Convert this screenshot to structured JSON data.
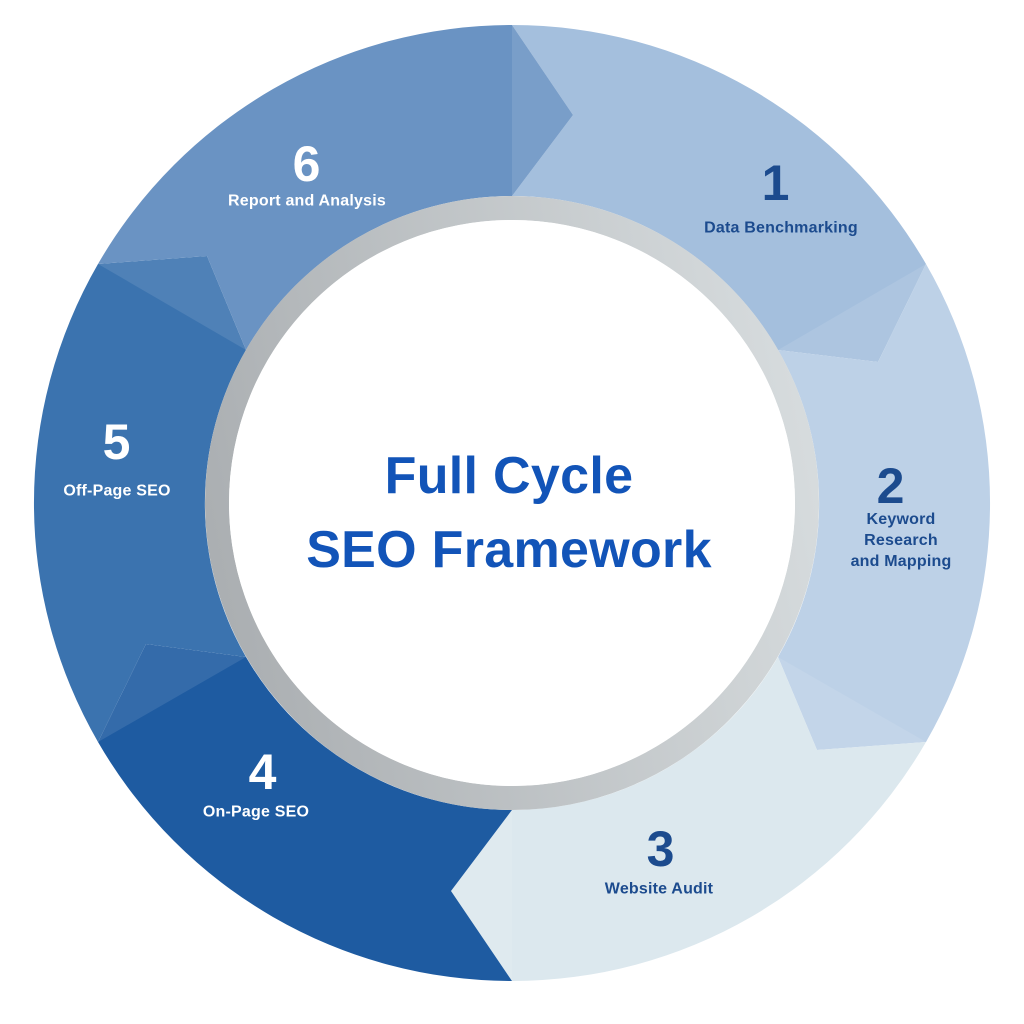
{
  "title": {
    "text": "Full Cycle\nSEO Framework",
    "color": "#1254b8"
  },
  "ring": {
    "gradient_start": "#abafb2",
    "gradient_end": "#d6dbdd",
    "center_fill": "#ffffff",
    "center_stroke": "#8090a4"
  },
  "segments": [
    {
      "number": "1",
      "label": "Data Benchmarking",
      "color": "#a4bfdd",
      "text_color": "#1c4b8e"
    },
    {
      "number": "2",
      "label": "Keyword Research\nand Mapping",
      "color": "#bdd1e7",
      "text_color": "#1c4b8e"
    },
    {
      "number": "3",
      "label": "Website Audit",
      "color": "#dce8ee",
      "text_color": "#1c4b8e"
    },
    {
      "number": "4",
      "label": "On-Page SEO",
      "color": "#1e5ba1",
      "text_color": "#ffffff"
    },
    {
      "number": "5",
      "label": "Off-Page SEO",
      "color": "#3b73af",
      "text_color": "#ffffff"
    },
    {
      "number": "6",
      "label": "Report and Analysis",
      "color": "#6a93c3",
      "text_color": "#ffffff"
    }
  ]
}
